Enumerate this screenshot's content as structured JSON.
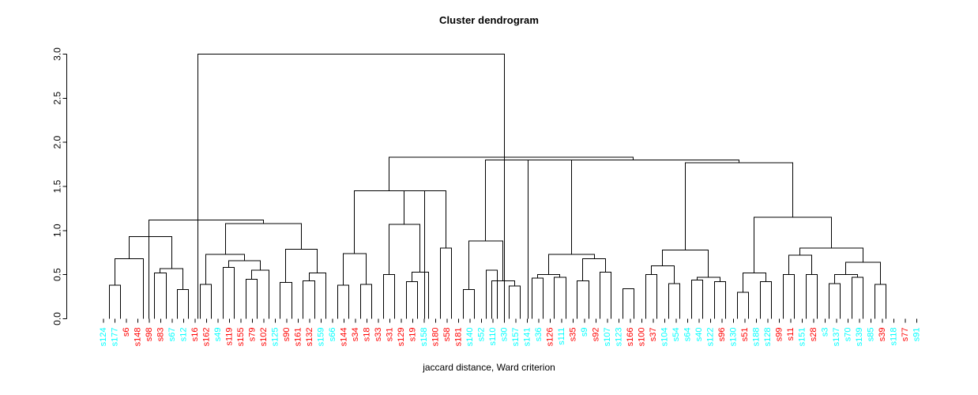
{
  "plot": {
    "title": "Cluster dendrogram",
    "xlabel": "jaccard distance, Ward criterion",
    "ylabel": ""
  },
  "colors": {
    "cluster_cyan": "#00FFFF",
    "cluster_red": "#FF0000",
    "link": "#000000",
    "axis": "#000000",
    "background": "#FFFFFF"
  },
  "chart_data": {
    "type": "dendrogram",
    "title": "Cluster dendrogram",
    "xlabel": "jaccard distance, Ward criterion",
    "ylabel": "",
    "ylim": [
      0.0,
      3.0
    ],
    "yticks": [
      "0.0",
      "0.5",
      "1.0",
      "1.5",
      "2.0",
      "2.5",
      "3.0"
    ],
    "ytick_values": [
      0.0,
      0.5,
      1.0,
      1.5,
      2.0,
      2.5,
      3.0
    ],
    "grid": false,
    "legend": "none",
    "n_leaves": 69,
    "linkage_method": "ward",
    "distance_metric": "jaccard",
    "root_height": 3.0,
    "leaf_labels": [
      "s124",
      "s177",
      "s6",
      "s148",
      "s98",
      "s83",
      "s67",
      "s12",
      "s16",
      "s162",
      "s49",
      "s119",
      "s155",
      "s79",
      "s102",
      "s125",
      "s90",
      "s161",
      "s132",
      "s159",
      "s66",
      "s144",
      "s34",
      "s18",
      "s33",
      "s31",
      "s129",
      "s19",
      "s158",
      "s180",
      "s58",
      "s181",
      "s140",
      "s52",
      "s110",
      "s30",
      "s157",
      "s141",
      "s36",
      "s126",
      "s111",
      "s35",
      "s9",
      "s92",
      "s107",
      "s123",
      "s166",
      "s100",
      "s37",
      "s104",
      "s54",
      "s64",
      "s40",
      "s122",
      "s96",
      "s130",
      "s51",
      "s188",
      "s128",
      "s99",
      "s11",
      "s151",
      "s28",
      "s3",
      "s137",
      "s70",
      "s139",
      "s85",
      "s39",
      "s118",
      "s77",
      "s91"
    ],
    "leaf_label_colors": [
      "cyan",
      "cyan",
      "red",
      "red",
      "red",
      "red",
      "cyan",
      "cyan",
      "red",
      "red",
      "cyan",
      "red",
      "red",
      "red",
      "red",
      "cyan",
      "red",
      "red",
      "red",
      "cyan",
      "cyan",
      "red",
      "red",
      "red",
      "red",
      "red",
      "red",
      "red",
      "cyan",
      "red",
      "red",
      "red",
      "cyan",
      "cyan",
      "cyan",
      "cyan",
      "cyan",
      "cyan",
      "cyan",
      "red",
      "cyan",
      "red",
      "cyan",
      "red",
      "cyan",
      "cyan",
      "red",
      "red",
      "red",
      "cyan",
      "cyan",
      "cyan",
      "cyan",
      "cyan",
      "red",
      "cyan",
      "red",
      "cyan",
      "cyan",
      "red",
      "red",
      "cyan",
      "red",
      "cyan",
      "cyan",
      "cyan",
      "cyan",
      "cyan",
      "red",
      "cyan",
      "red",
      "cyan"
    ],
    "merges": [
      {
        "id": "m1",
        "left_x": 138,
        "right_x": 152,
        "height": 0.38
      },
      {
        "id": "m2",
        "left_x": 145,
        "right_x": 181,
        "height": 0.68
      },
      {
        "id": "m3",
        "left_x": 195,
        "right_x": 210,
        "height": 0.52
      },
      {
        "id": "m4",
        "left_x": 224,
        "right_x": 238,
        "height": 0.33
      },
      {
        "id": "m5",
        "left_x": 202,
        "right_x": 231,
        "height": 0.57
      },
      {
        "id": "m6",
        "left_x": 163,
        "right_x": 217,
        "height": 0.93
      },
      {
        "id": "m7",
        "left_x": 253,
        "right_x": 267,
        "height": 0.39
      },
      {
        "id": "m8",
        "left_x": 282,
        "right_x": 296,
        "height": 0.58
      },
      {
        "id": "m9",
        "left_x": 311,
        "right_x": 325,
        "height": 0.45
      },
      {
        "id": "m10",
        "left_x": 318,
        "right_x": 340,
        "height": 0.55
      },
      {
        "id": "m11",
        "left_x": 289,
        "right_x": 329,
        "height": 0.66
      },
      {
        "id": "m12",
        "left_x": 260,
        "right_x": 309,
        "height": 0.73
      },
      {
        "id": "m13",
        "left_x": 354,
        "right_x": 369,
        "height": 0.41
      },
      {
        "id": "m14",
        "left_x": 383,
        "right_x": 398,
        "height": 0.43
      },
      {
        "id": "m15",
        "left_x": 391,
        "right_x": 412,
        "height": 0.52
      },
      {
        "id": "m16",
        "left_x": 361,
        "right_x": 401,
        "height": 0.79
      },
      {
        "id": "m17",
        "left_x": 285,
        "right_x": 381,
        "height": 1.08
      },
      {
        "id": "m18",
        "left_x": 188,
        "right_x": 333,
        "height": 1.12
      },
      {
        "id": "m19",
        "left_x": 427,
        "right_x": 441,
        "height": 0.38
      },
      {
        "id": "m20",
        "left_x": 456,
        "right_x": 470,
        "height": 0.39
      },
      {
        "id": "m21",
        "left_x": 434,
        "right_x": 463,
        "height": 0.74
      },
      {
        "id": "m22",
        "left_x": 485,
        "right_x": 499,
        "height": 0.5
      },
      {
        "id": "m23",
        "left_x": 514,
        "right_x": 528,
        "height": 0.42
      },
      {
        "id": "m24",
        "left_x": 521,
        "right_x": 542,
        "height": 0.53
      },
      {
        "id": "m25",
        "left_x": 492,
        "right_x": 531,
        "height": 1.07
      },
      {
        "id": "m26",
        "left_x": 557,
        "right_x": 571,
        "height": 0.8
      },
      {
        "id": "m27",
        "left_x": 511,
        "right_x": 564,
        "height": 1.45
      },
      {
        "id": "m28",
        "left_x": 448,
        "right_x": 537,
        "height": 1.45
      },
      {
        "id": "m29",
        "left_x": 586,
        "right_x": 600,
        "height": 0.33
      },
      {
        "id": "m30",
        "left_x": 615,
        "right_x": 629,
        "height": 0.55
      },
      {
        "id": "m31",
        "left_x": 644,
        "right_x": 658,
        "height": 0.37
      },
      {
        "id": "m32",
        "left_x": 651,
        "right_x": 622,
        "height": 0.43
      },
      {
        "id": "m33",
        "left_x": 593,
        "right_x": 636,
        "height": 0.88
      },
      {
        "id": "m34",
        "left_x": 673,
        "right_x": 687,
        "height": 0.46
      },
      {
        "id": "m35",
        "left_x": 701,
        "right_x": 716,
        "height": 0.47
      },
      {
        "id": "m36",
        "left_x": 708,
        "right_x": 680,
        "height": 0.5
      },
      {
        "id": "m37",
        "left_x": 730,
        "right_x": 745,
        "height": 0.43
      },
      {
        "id": "m38",
        "left_x": 759,
        "right_x": 773,
        "height": 0.53
      },
      {
        "id": "m39",
        "left_x": 766,
        "right_x": 737,
        "height": 0.68
      },
      {
        "id": "m40",
        "left_x": 694,
        "right_x": 752,
        "height": 0.73
      },
      {
        "id": "m41",
        "left_x": 614,
        "right_x": 723,
        "height": 1.8
      },
      {
        "id": "m42",
        "left_x": 788,
        "right_x": 802,
        "height": 0.34
      },
      {
        "id": "m43",
        "left_x": 817,
        "right_x": 831,
        "height": 0.5
      },
      {
        "id": "m44",
        "left_x": 846,
        "right_x": 860,
        "height": 0.4
      },
      {
        "id": "m45",
        "left_x": 853,
        "right_x": 824,
        "height": 0.6
      },
      {
        "id": "m46",
        "left_x": 875,
        "right_x": 889,
        "height": 0.44
      },
      {
        "id": "m47",
        "left_x": 904,
        "right_x": 918,
        "height": 0.42
      },
      {
        "id": "m48",
        "left_x": 911,
        "right_x": 882,
        "height": 0.47
      },
      {
        "id": "m49",
        "left_x": 838,
        "right_x": 896,
        "height": 0.78
      },
      {
        "id": "m50",
        "left_x": 933,
        "right_x": 947,
        "height": 0.3
      },
      {
        "id": "m51",
        "left_x": 962,
        "right_x": 976,
        "height": 0.42
      },
      {
        "id": "m52",
        "left_x": 940,
        "right_x": 969,
        "height": 0.52
      },
      {
        "id": "m53",
        "left_x": 991,
        "right_x": 1005,
        "height": 0.5
      },
      {
        "id": "m54",
        "left_x": 1020,
        "right_x": 1034,
        "height": 0.5
      },
      {
        "id": "m55",
        "left_x": 998,
        "right_x": 1027,
        "height": 0.72
      },
      {
        "id": "m56",
        "left_x": 1049,
        "right_x": 1063,
        "height": 0.4
      },
      {
        "id": "m57",
        "left_x": 1078,
        "right_x": 1092,
        "height": 0.47
      },
      {
        "id": "m58",
        "left_x": 1085,
        "right_x": 1056,
        "height": 0.5
      },
      {
        "id": "m59",
        "left_x": 1107,
        "right_x": 1121,
        "height": 0.39
      },
      {
        "id": "m60",
        "left_x": 1070,
        "right_x": 1114,
        "height": 0.64
      },
      {
        "id": "m61",
        "left_x": 1012,
        "right_x": 1092,
        "height": 0.8
      },
      {
        "id": "m62",
        "left_x": 954,
        "right_x": 1052,
        "height": 1.15
      },
      {
        "id": "m63",
        "left_x": 867,
        "right_x": 1003,
        "height": 1.77
      },
      {
        "id": "m64",
        "left_x": 668,
        "right_x": 935,
        "height": 1.8
      },
      {
        "id": "m65",
        "left_x": 492,
        "right_x": 801,
        "height": 1.83
      },
      {
        "id": "m66",
        "left_x": 250,
        "right_x": 638,
        "height": 3.0
      }
    ]
  }
}
